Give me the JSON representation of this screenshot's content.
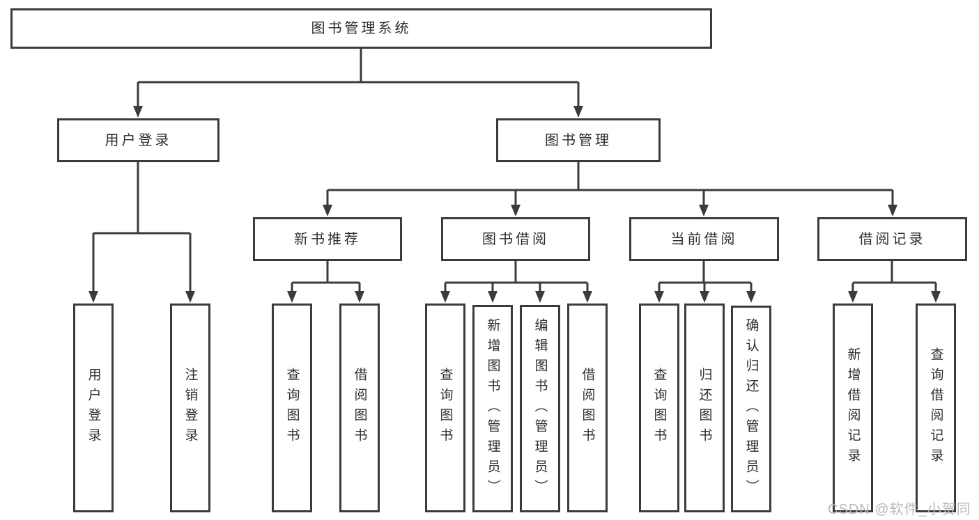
{
  "colors": {
    "line": "#3b3b3b",
    "box_border": "#3b3b3b",
    "box_fill": "#ffffff",
    "text": "#2d2d2d",
    "watermark_text": "#b9b9b9",
    "background": "#ffffff"
  },
  "tree": {
    "label": "图书管理系统",
    "children": [
      {
        "label": "用户登录",
        "children": [
          {
            "label": "用户登录"
          },
          {
            "label": "注销登录"
          }
        ]
      },
      {
        "label": "图书管理",
        "children": [
          {
            "label": "新书推荐",
            "children": [
              {
                "label": "查询图书"
              },
              {
                "label": "借阅图书"
              }
            ]
          },
          {
            "label": "图书借阅",
            "children": [
              {
                "label": "查询图书"
              },
              {
                "label": "新增图书（管理员）"
              },
              {
                "label": "编辑图书（管理员）"
              },
              {
                "label": "借阅图书"
              }
            ]
          },
          {
            "label": "当前借阅",
            "children": [
              {
                "label": "查询图书"
              },
              {
                "label": "归还图书"
              },
              {
                "label": "确认归还（管理员）"
              }
            ]
          },
          {
            "label": "借阅记录",
            "children": [
              {
                "label": "新增借阅记录"
              },
              {
                "label": "查询借阅记录"
              }
            ]
          }
        ]
      }
    ]
  },
  "watermark": "CSDN @软件_小贺同学"
}
